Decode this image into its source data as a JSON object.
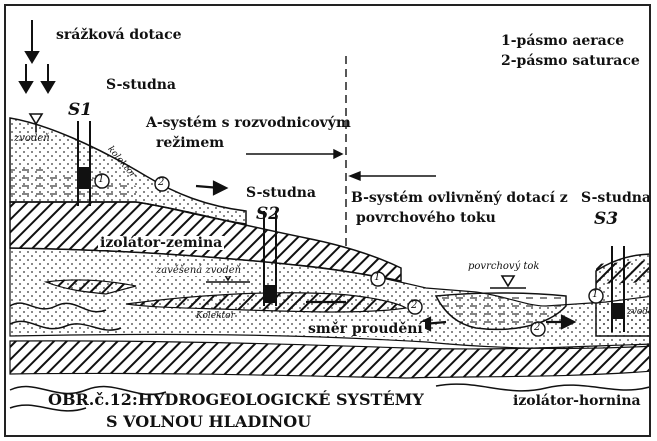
{
  "labels": {
    "precipitation": "srážková dotace",
    "legend_1": "1-pásmo aerace",
    "legend_2": "2-pásmo saturace",
    "well_s1_label": "S-studna",
    "well_s1_code": "S1",
    "system_a_line1": "A-systém s rozvodnicovým",
    "system_a_line2": "režimem",
    "well_s2_label": "S-studna",
    "well_s2_code": "S2",
    "system_b_line1": "B-systém ovlivněný dotací z",
    "system_b_line2": "povrchového toku",
    "well_s3_label": "S-studna",
    "well_s3_code": "S3",
    "aquifer_zone": "zvodeň",
    "collector_small": "kolektor",
    "insulator_soil": "izolátor-zemina",
    "perched_aquifer": "zavěšená zvodeň",
    "surface_flow": "povrchový tok",
    "collector": "Kolektor",
    "flow_direction": "směr proudění",
    "zone_s3": "zvodeň",
    "insulator_rock": "izolátor-hornina",
    "caption_line1": "OBR.č.12:HYDROGEOLOGICKÉ SYSTÉMY",
    "caption_line2": "S VOLNOU HLADINOU"
  },
  "zone_markers": [
    "1",
    "2",
    "1",
    "2",
    "2",
    "1"
  ]
}
